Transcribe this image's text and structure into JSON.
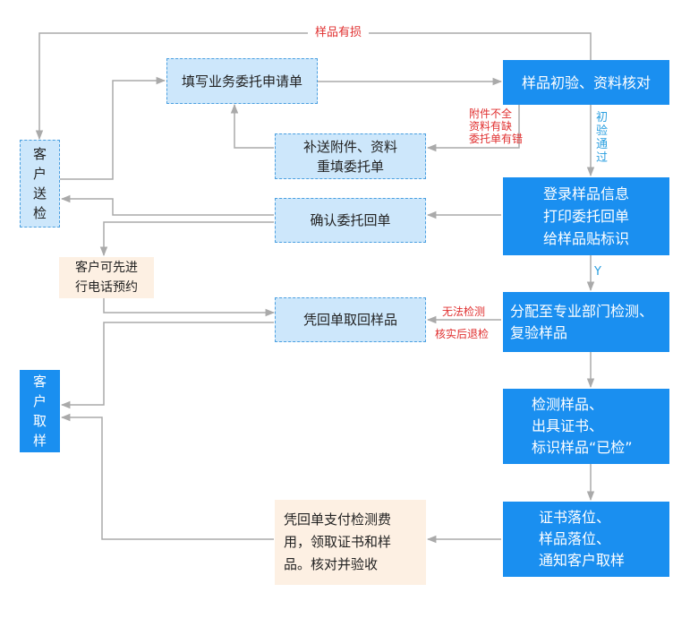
{
  "nodes": {
    "fill_form": "填写业务委托申请单",
    "initial_check": "样品初验、资料核对",
    "resend": "补送附件、资料\n重填委托单",
    "client_send": "客\n户\n送\n检",
    "confirm_receipt": "确认委托回单",
    "register": "登录样品信息\n打印委托回单\n给样品贴标识",
    "phone_booking": "客户可先进\n行电话预约",
    "receipt_retrieve": "凭回单取回样品",
    "assign": "分配至专业部门检测、\n复验样品",
    "client_pickup": "客\n户\n取\n样",
    "test": "检测样品、\n出具证书、\n标识样品“已检”",
    "cert_place": "证书落位、\n样品落位、\n通知客户取样",
    "pay_collect": "凭回单支付检测费\n用，领取证书和样\n品。核对并验收"
  },
  "labels": {
    "damaged": "样品有损",
    "incomplete": "附件不全\n资料有缺\n委托单有错",
    "passed": "初\n验\n通\n过",
    "yes": "Y",
    "untestable": "无法检测",
    "return_after_check": "核实后退检"
  },
  "colors": {
    "light_fill": "#cde7fb",
    "dark_fill": "#1a8ff0",
    "beige_fill": "#fdf0e3",
    "arrow": "#aaaaaa",
    "red_text": "#e03030",
    "cyan_text": "#2a9fe0"
  }
}
